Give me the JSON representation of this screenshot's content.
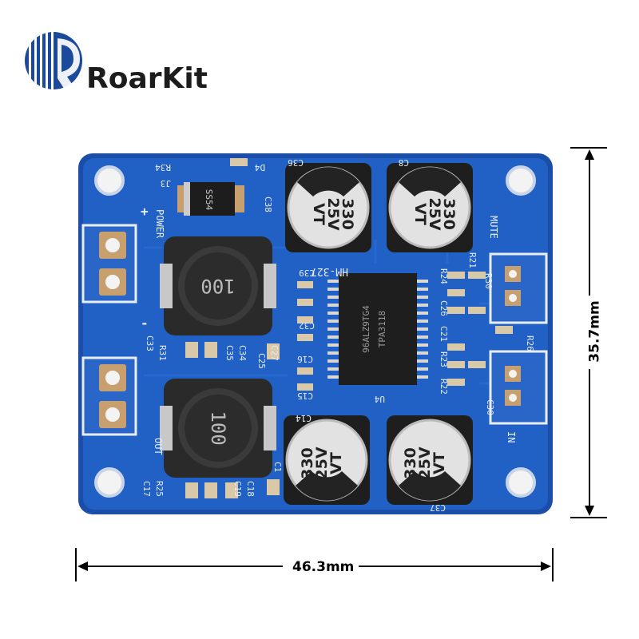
{
  "brand": {
    "name": "RoarKit",
    "accent": "#1b4a9c"
  },
  "dimensions": {
    "width": "46.3mm",
    "height": "35.7mm"
  },
  "board": {
    "model": "HM-327",
    "chip_lines": [
      "96ALZ9TG4",
      "TPA3118"
    ],
    "chip_ref": "U4",
    "diode": "SS54",
    "inductor_marks": [
      "100",
      "100"
    ],
    "capacitor": {
      "value": "330",
      "voltage": "25V",
      "series": "VT"
    },
    "capacitor_refs": [
      "C36",
      "C8",
      "C1",
      "C37"
    ],
    "silkscreen": [
      "POWER",
      "OUT",
      "MUTE",
      "IN",
      "+",
      "-",
      "R34",
      "D4",
      "J3",
      "C38",
      "C39",
      "C32",
      "C16",
      "C15",
      "C14",
      "C34",
      "C35",
      "C27",
      "C25",
      "C33",
      "R31",
      "C17",
      "R25",
      "C18",
      "C19",
      "R21",
      "R24",
      "C26",
      "C21",
      "R23",
      "R22",
      "R30",
      "R26",
      "C30"
    ],
    "colors": {
      "pcb": "#1f55b8",
      "copper": "#c8a070",
      "cap_top": "#dfdfdf",
      "cap_band": "#222222"
    }
  }
}
